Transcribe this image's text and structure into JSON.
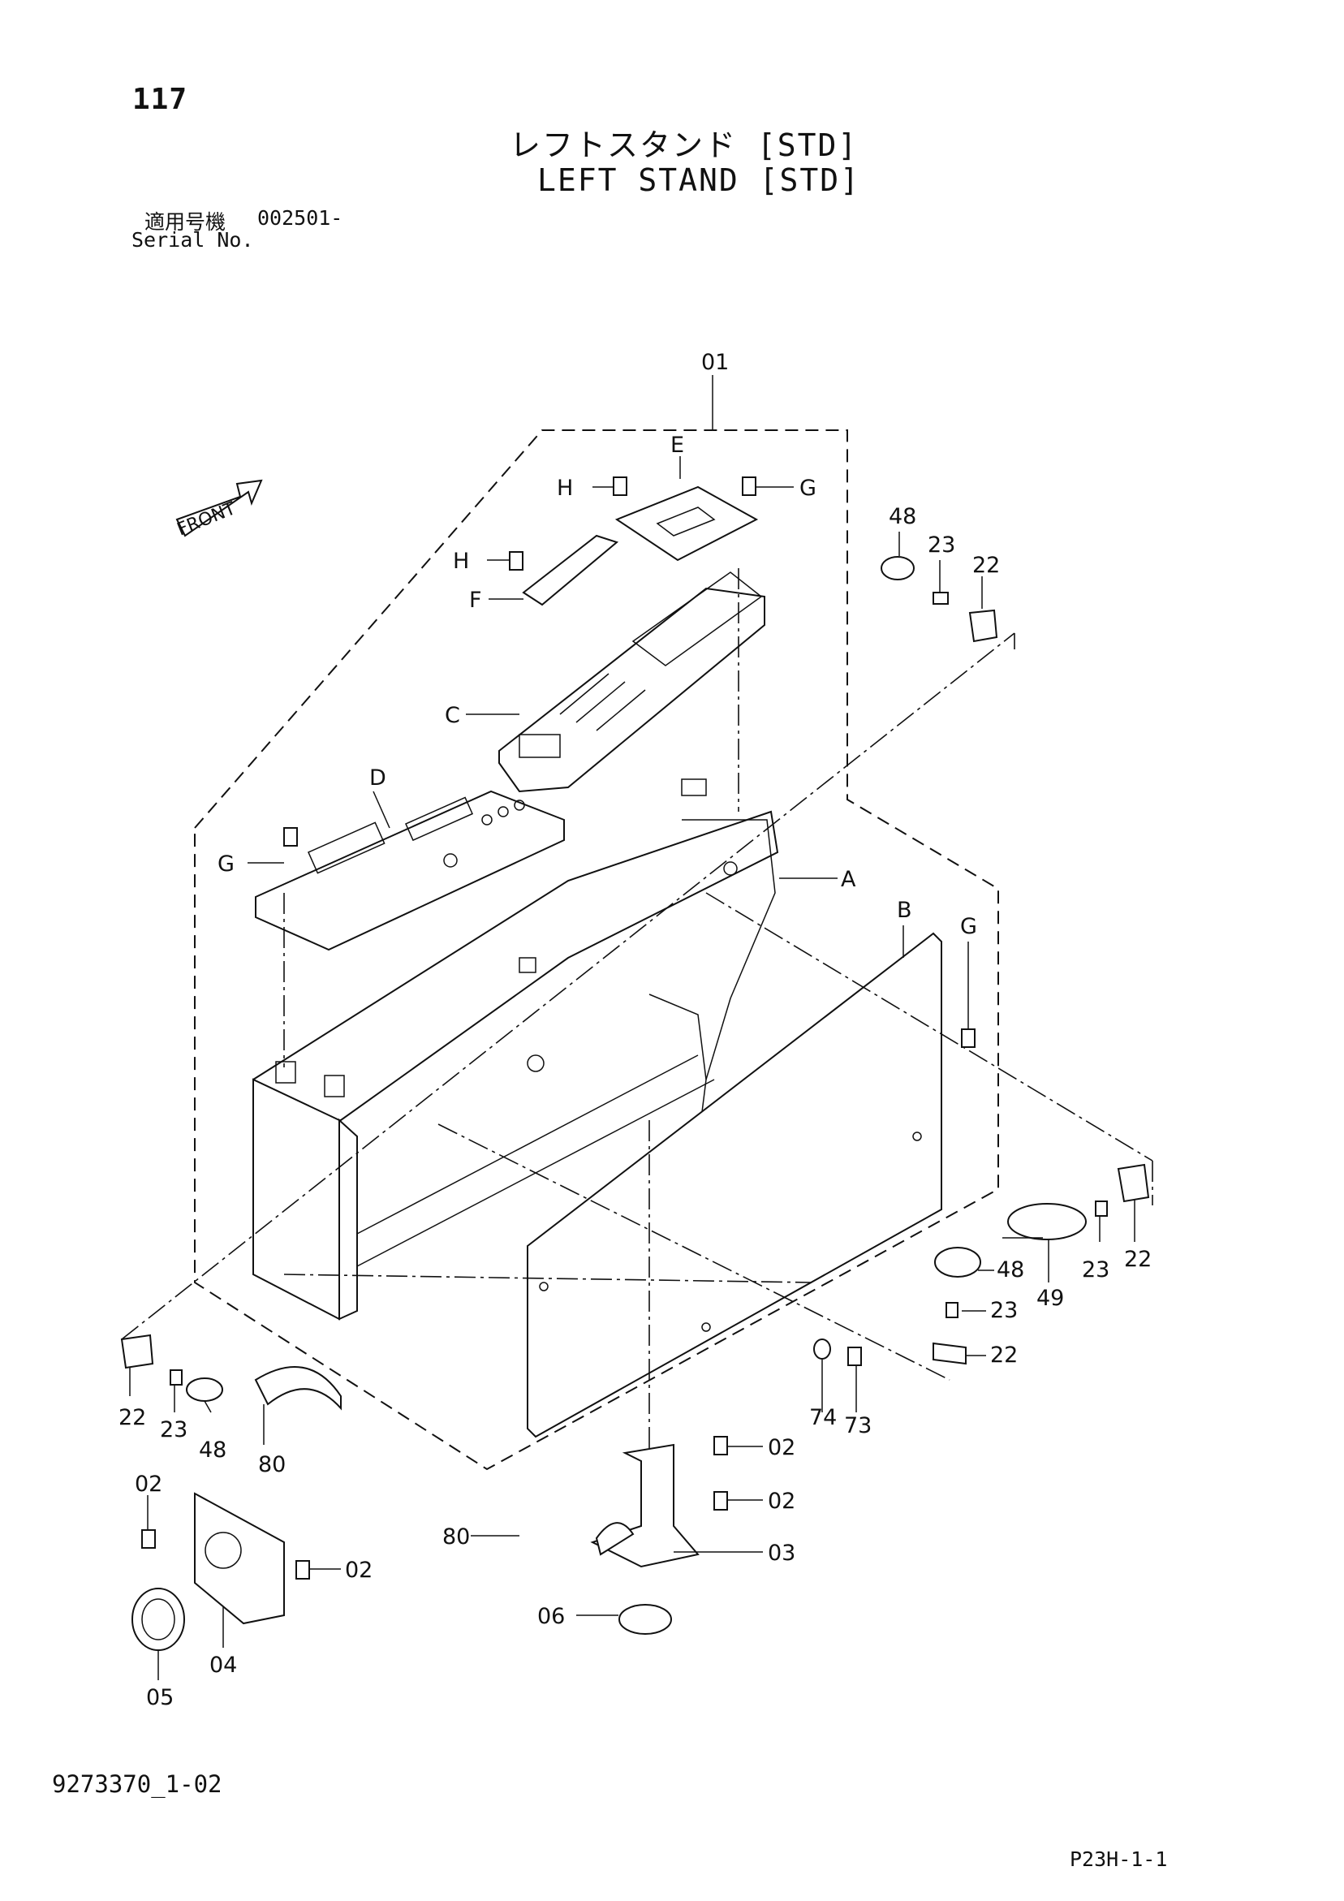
{
  "header": {
    "page_number": "117",
    "title_jp": "レフトスタンド [STD]",
    "title_en": "LEFT STAND [STD]",
    "serial_label_jp": "適用号機",
    "serial_value": "002501-",
    "serial_label_en": "Serial No."
  },
  "footer": {
    "document_id": "9273370_1-02",
    "page_code": "P23H-1-1"
  },
  "front_indicator": "FRONT",
  "callouts": {
    "c01": "01",
    "cE": "E",
    "cH1": "H",
    "cG1": "G",
    "cH2": "H",
    "cF": "F",
    "cC": "C",
    "cD": "D",
    "cG2": "G",
    "cA": "A",
    "cB": "B",
    "cG3": "G",
    "c48a": "48",
    "c23a": "23",
    "c22a": "22",
    "c48b": "48",
    "c49": "49",
    "c23b": "23",
    "c22b": "22",
    "c23c": "23",
    "c22c": "22",
    "c74": "74",
    "c73": "73",
    "c22d": "22",
    "c23d": "23",
    "c48c": "48",
    "c80a": "80",
    "c02a": "02",
    "c02b": "02",
    "c04": "04",
    "c05": "05",
    "c80b": "80",
    "c02c": "02",
    "c02d": "02",
    "c03": "03",
    "c06": "06"
  }
}
